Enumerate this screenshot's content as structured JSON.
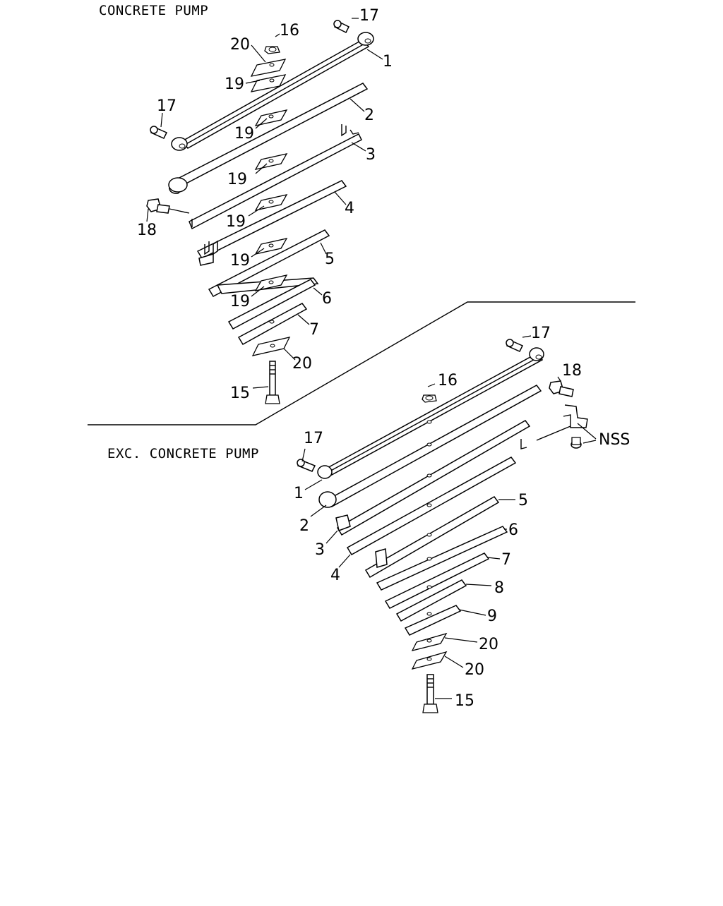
{
  "sections": {
    "upper": "CONCRETE  PUMP",
    "lower": "EXC. CONCRETE  PUMP"
  },
  "labels": {
    "u15": "15",
    "u16": "16",
    "u17a": "17",
    "u17b": "17",
    "u18": "18",
    "u19a": "19",
    "u19b": "19",
    "u19c": "19",
    "u19d": "19",
    "u19e": "19",
    "u19f": "19",
    "u20a": "20",
    "u20b": "20",
    "u1": "1",
    "u2": "2",
    "u3": "3",
    "u4": "4",
    "u5": "5",
    "u6": "6",
    "u7": "7",
    "l17a": "17",
    "l17b": "17",
    "l18": "18",
    "l16": "16",
    "nss": "NSS",
    "l1": "1",
    "l2": "2",
    "l3": "3",
    "l4": "4",
    "l5": "5",
    "l6": "6",
    "l7": "7",
    "l8": "8",
    "l9": "9",
    "l20a": "20",
    "l20b": "20",
    "l15": "15"
  }
}
